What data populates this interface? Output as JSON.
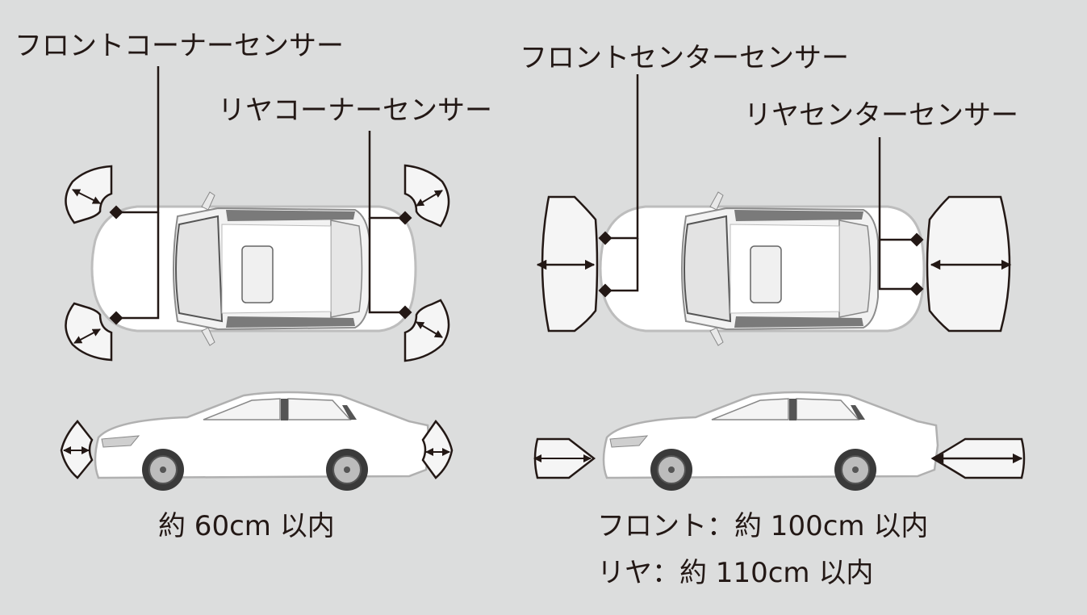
{
  "diagram": {
    "left_panel": {
      "labels": {
        "front_corner_sensor": "フロントコーナーセンサー",
        "rear_corner_sensor": "リヤコーナーセンサー"
      },
      "caption": "約 60cm 以内"
    },
    "right_panel": {
      "labels": {
        "front_center_sensor": "フロントセンターセンサー",
        "rear_center_sensor": "リヤセンターセンサー"
      },
      "captions": {
        "front": "フロント：約 100cm 以内",
        "rear": "リヤ：約 110cm 以内"
      }
    },
    "colors": {
      "background": "#dcdddd",
      "ink": "#231815",
      "zone_fill": "#f5f5f5",
      "car_body": "#ffffff",
      "car_shade": "#9a9a9a"
    }
  }
}
